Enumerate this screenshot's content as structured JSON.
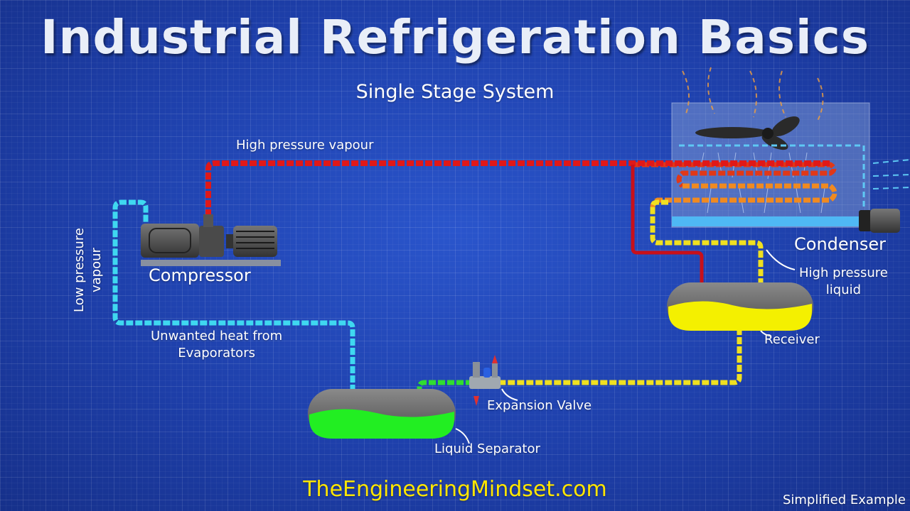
{
  "header": {
    "title": "Industrial Refrigeration Basics",
    "subtitle": "Single Stage System"
  },
  "labels": {
    "high_pressure_vapour": "High pressure vapour",
    "low_pressure_vapour_line1": "Low pressure",
    "low_pressure_vapour_line2": "vapour",
    "compressor": "Compressor",
    "condenser": "Condenser",
    "high_pressure_liquid_line1": "High pressure",
    "high_pressure_liquid_line2": "liquid",
    "receiver": "Receiver",
    "unwanted_heat_line1": "Unwanted heat from",
    "unwanted_heat_line2": "Evaporators",
    "expansion_valve": "Expansion Valve",
    "liquid_separator": "Liquid Separator"
  },
  "footer": {
    "website": "TheEngineeringMindset.com",
    "note": "Simplified Example"
  },
  "colors": {
    "high_pressure_vapour_pipe": "#e01818",
    "low_pressure_vapour_pipe": "#3fd8f0",
    "high_pressure_liquid_pipe": "#f0e020",
    "separator_liquid": "#22ee22",
    "receiver_liquid": "#f4f000",
    "website_text": "#ffe600"
  }
}
